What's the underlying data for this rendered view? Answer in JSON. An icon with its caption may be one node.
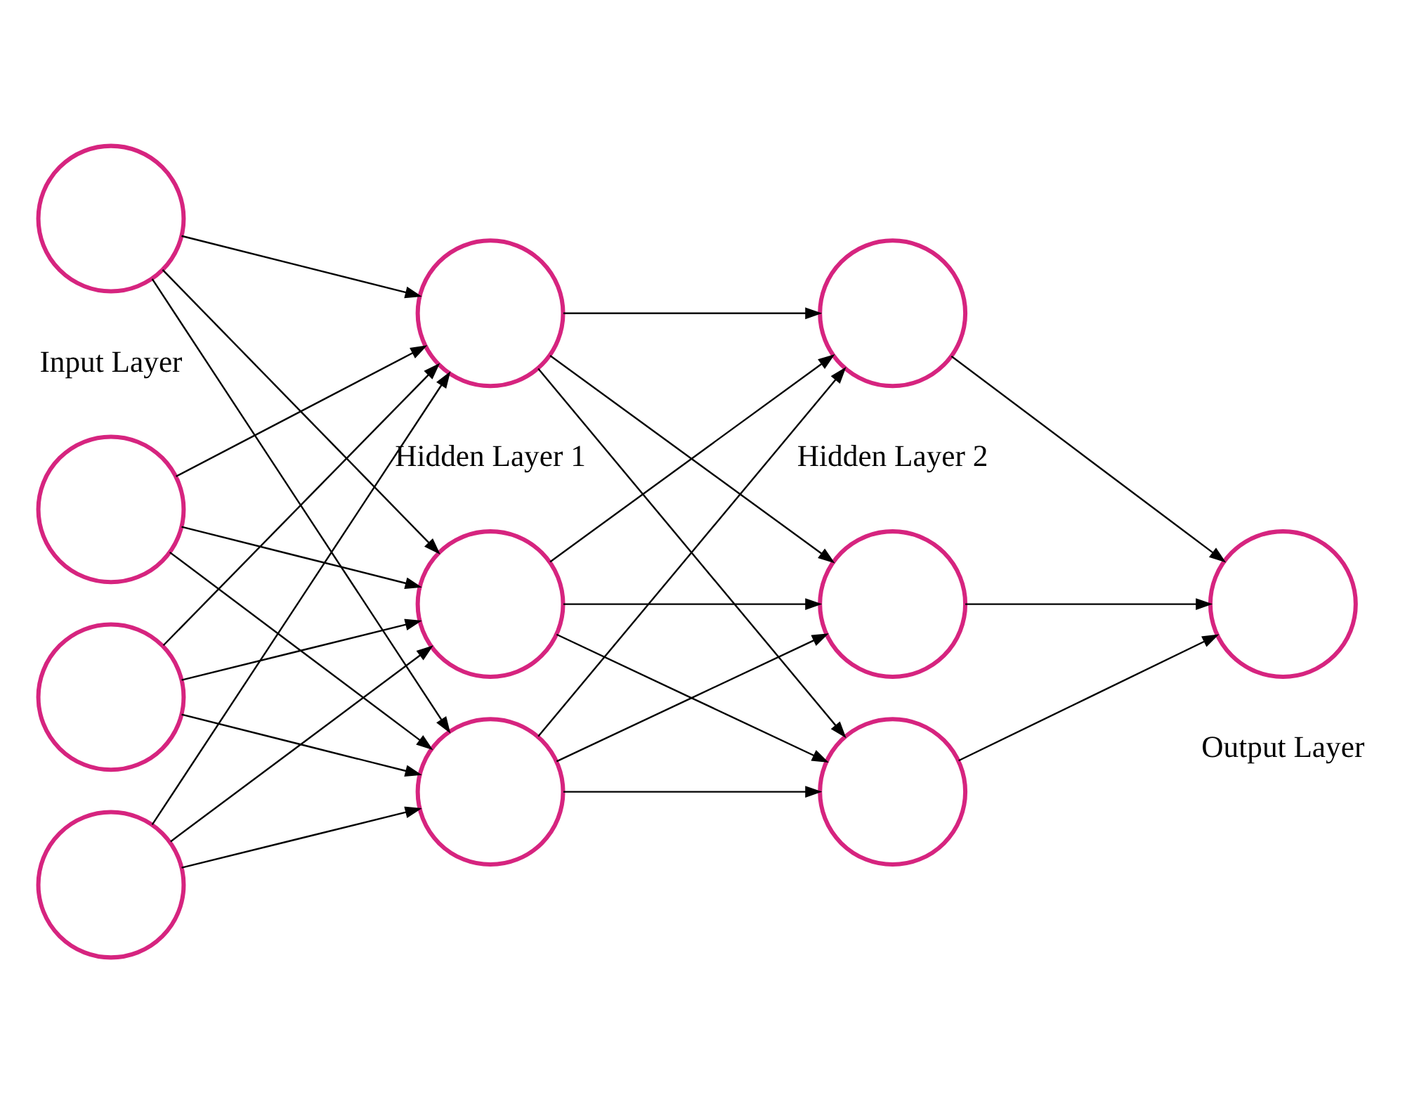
{
  "diagram": {
    "nodes": [
      {
        "text": [],
        "shape": "circle"
      },
      {
        "text": [],
        "shape": "circle"
      },
      {
        "text": [],
        "shape": "circle"
      },
      {
        "text": [],
        "shape": "circle"
      },
      {
        "text": [],
        "shape": "circle"
      },
      {
        "text": [],
        "shape": "circle"
      },
      {
        "text": [],
        "shape": "circle"
      },
      {
        "text": [],
        "shape": "circle"
      },
      {
        "text": [],
        "shape": "circle"
      },
      {
        "text": [],
        "shape": "circle"
      },
      {
        "text": [],
        "shape": "circle"
      }
    ],
    "edges": [
      {
        "from": 0,
        "to": 4,
        "arrow": "to"
      },
      {
        "from": 0,
        "to": 5,
        "arrow": "to"
      },
      {
        "from": 0,
        "to": 6,
        "arrow": "to"
      },
      {
        "from": 1,
        "to": 4,
        "arrow": "to"
      },
      {
        "from": 1,
        "to": 5,
        "arrow": "to"
      },
      {
        "from": 1,
        "to": 6,
        "arrow": "to"
      },
      {
        "from": 2,
        "to": 4,
        "arrow": "to"
      },
      {
        "from": 2,
        "to": 5,
        "arrow": "to"
      },
      {
        "from": 2,
        "to": 6,
        "arrow": "to"
      },
      {
        "from": 3,
        "to": 4,
        "arrow": "to"
      },
      {
        "from": 3,
        "to": 5,
        "arrow": "to"
      },
      {
        "from": 3,
        "to": 6,
        "arrow": "to"
      },
      {
        "from": 4,
        "to": 7,
        "arrow": "to"
      },
      {
        "from": 4,
        "to": 8,
        "arrow": "to"
      },
      {
        "from": 4,
        "to": 9,
        "arrow": "to"
      },
      {
        "from": 5,
        "to": 7,
        "arrow": "to"
      },
      {
        "from": 5,
        "to": 8,
        "arrow": "to"
      },
      {
        "from": 5,
        "to": 9,
        "arrow": "to"
      },
      {
        "from": 6,
        "to": 7,
        "arrow": "to"
      },
      {
        "from": 6,
        "to": 8,
        "arrow": "to"
      },
      {
        "from": 6,
        "to": 9,
        "arrow": "to"
      },
      {
        "from": 7,
        "to": 10,
        "arrow": "to"
      },
      {
        "from": 8,
        "to": 10,
        "arrow": "to"
      },
      {
        "from": 9,
        "to": 10,
        "arrow": "to"
      }
    ],
    "labels": [
      "Input Layer",
      "Hidden Layer 1",
      "Hidden Layer 2",
      "Output Layer"
    ]
  }
}
